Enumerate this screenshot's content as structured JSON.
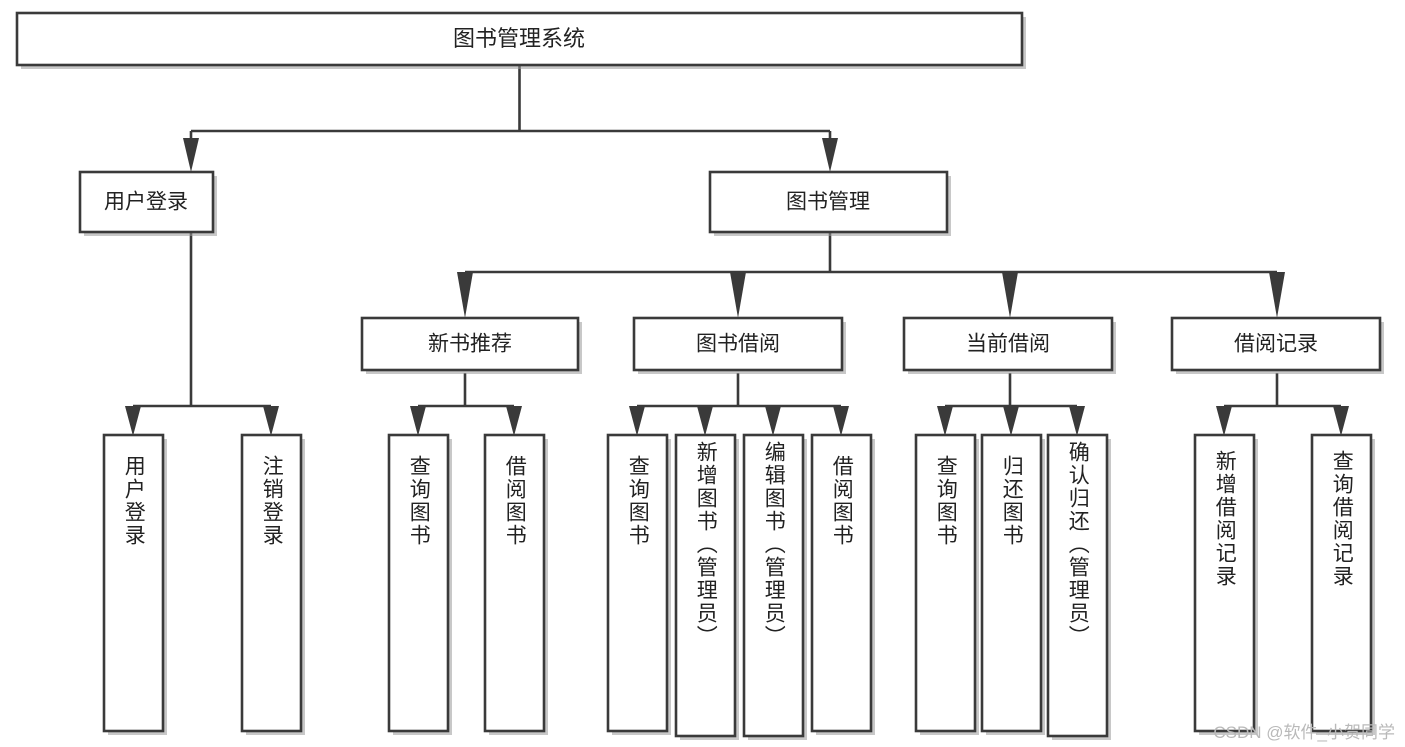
{
  "diagram": {
    "type": "tree-hierarchy-chart",
    "title": "图书管理系统",
    "watermark": "CSDN @软件_小贺同学",
    "colors": {
      "background": "#ffffff",
      "box_fill": "#ffffff",
      "box_stroke": "#3a3a3a",
      "text": "#222222",
      "watermark": "#b9b9b9"
    },
    "levels": {
      "root": {
        "label": "图书管理系统"
      },
      "level2": [
        {
          "label": "用户登录"
        },
        {
          "label": "图书管理"
        }
      ],
      "level3": [
        {
          "label": "新书推荐"
        },
        {
          "label": "图书借阅"
        },
        {
          "label": "当前借阅"
        },
        {
          "label": "借阅记录"
        }
      ]
    },
    "leaves": {
      "user_login": [
        {
          "label": "用户登录"
        },
        {
          "label": "注销登录"
        }
      ],
      "new_book_recommend": [
        {
          "label": "查询图书"
        },
        {
          "label": "借阅图书"
        }
      ],
      "book_borrow": [
        {
          "label": "查询图书"
        },
        {
          "label": "新增图书（管理员）"
        },
        {
          "label": "编辑图书（管理员）"
        },
        {
          "label": "借阅图书"
        }
      ],
      "current_borrow": [
        {
          "label": "查询图书"
        },
        {
          "label": "归还图书"
        },
        {
          "label": "确认归还（管理员）"
        }
      ],
      "borrow_record": [
        {
          "label": "新增借阅记录"
        },
        {
          "label": "查询借阅记录"
        }
      ]
    }
  }
}
